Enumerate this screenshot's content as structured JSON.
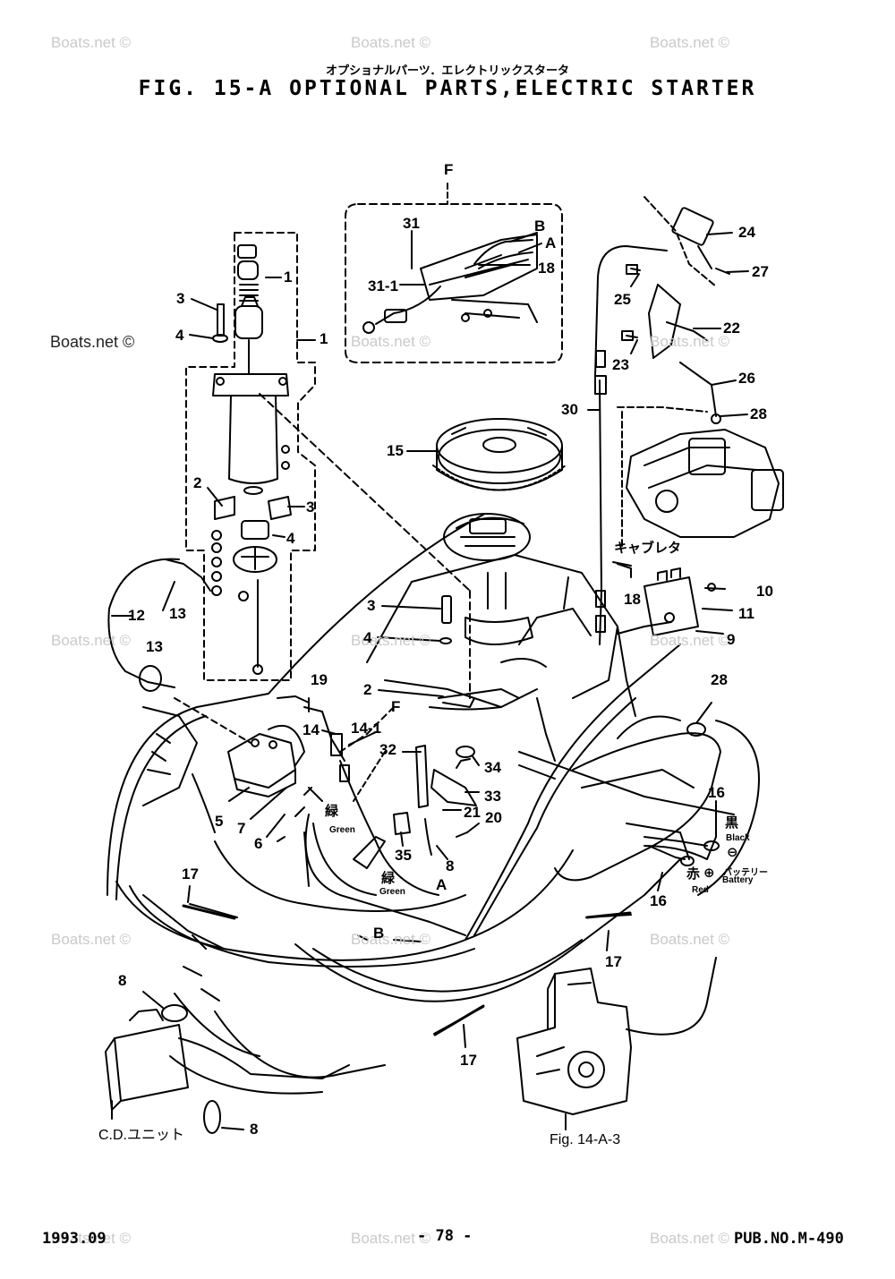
{
  "header": {
    "subtitle_jp": "オプショナルパーツ．エレクトリックスタータ",
    "title": "FIG. 15-A OPTIONAL PARTS,ELECTRIC STARTER"
  },
  "watermark": {
    "text": "Boats.net ©"
  },
  "footer": {
    "date": "1993.09",
    "page": "- 78 -",
    "pub_no": "PUB.NO.M-490"
  },
  "callouts": {
    "f_top": "F",
    "c31": "31",
    "cB_top": "B",
    "cA_top": "A",
    "c18_top": "18",
    "c31_1": "31-1",
    "c24": "24",
    "c27": "27",
    "c25": "25",
    "c22": "22",
    "c23": "23",
    "c26": "26",
    "c28_top": "28",
    "c30": "30",
    "c15": "15",
    "c1_a": "1",
    "c1_b": "1",
    "c3_a": "3",
    "c4_a": "4",
    "c2_a": "2",
    "c3_b": "3",
    "c4_b": "4",
    "c12": "12",
    "c13_a": "13",
    "c13_b": "13",
    "c3_c": "3",
    "c4_c": "4",
    "c2_b": "2",
    "c18_mid": "18",
    "c10": "10",
    "c11": "11",
    "c9": "9",
    "c19": "19",
    "c14": "14",
    "c14_1": "14-1",
    "f_mid": "F",
    "c32": "32",
    "c34": "34",
    "c33": "33",
    "c21": "21",
    "c20": "20",
    "c35": "35",
    "c8_mid": "8",
    "c5": "5",
    "c7": "7",
    "c6": "6",
    "c28_mid": "28",
    "c16_a": "16",
    "c16_b": "16",
    "c17_a": "17",
    "c17_b": "17",
    "c17_c": "17",
    "cA_mid": "A",
    "cB_mid": "B",
    "c8_a": "8",
    "c8_b": "8"
  },
  "annotations": {
    "green_1": "緑",
    "green_1_en": "Green",
    "green_2": "緑",
    "green_2_en": "Green",
    "black": "黒",
    "black_en": "Black",
    "minus": "⊖",
    "red": "赤",
    "red_en": "Red",
    "plus": "⊕",
    "battery_jp": "バッテリー",
    "battery_en": "Battery",
    "carburetor_jp": "キャブレタ",
    "cd_unit": "C.D.ユニット",
    "fig_ref": "Fig. 14-A-3"
  }
}
